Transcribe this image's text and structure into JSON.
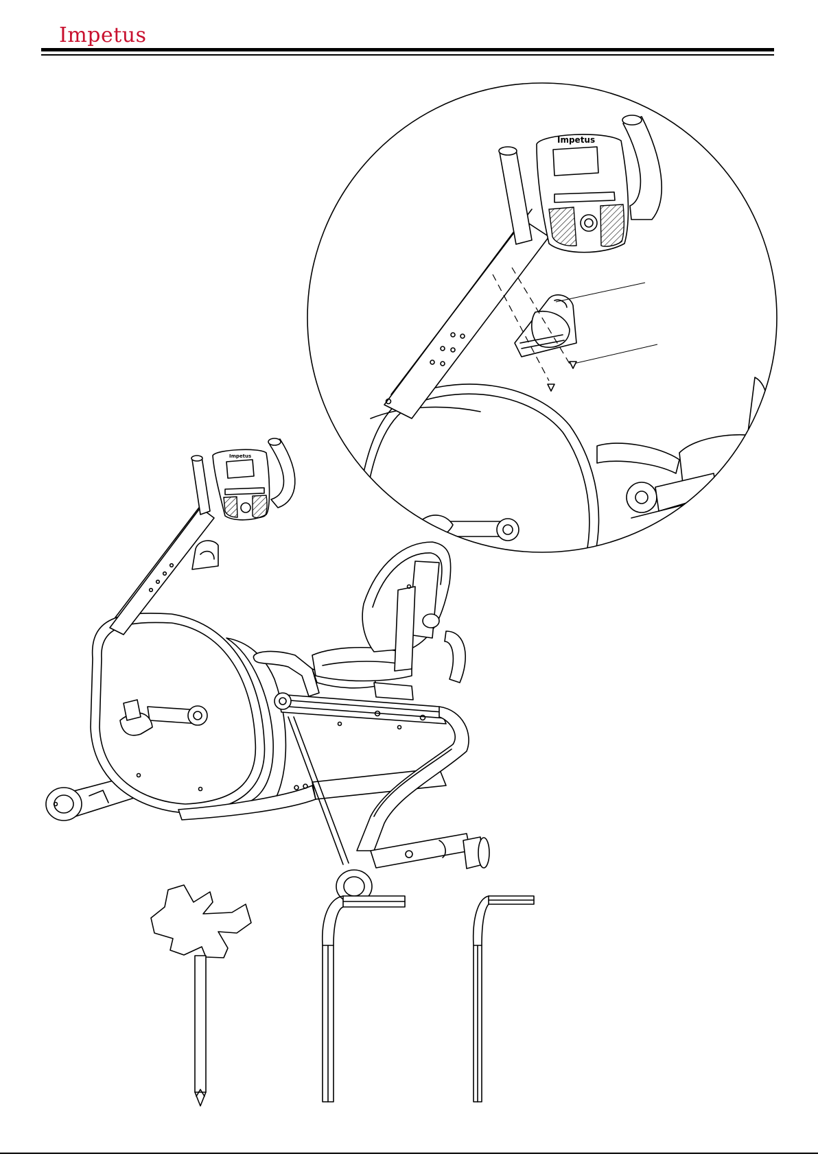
{
  "header": {
    "brand": "Impetus",
    "accent_color": "#c8102e"
  },
  "console": {
    "label": "Impetus"
  },
  "figures": [
    {
      "name": "detail-circle-bottle-holder-assembly"
    },
    {
      "name": "recumbent-bike-overview"
    },
    {
      "name": "multi-tool-wrench"
    },
    {
      "name": "hex-key-large"
    },
    {
      "name": "hex-key-small"
    }
  ]
}
